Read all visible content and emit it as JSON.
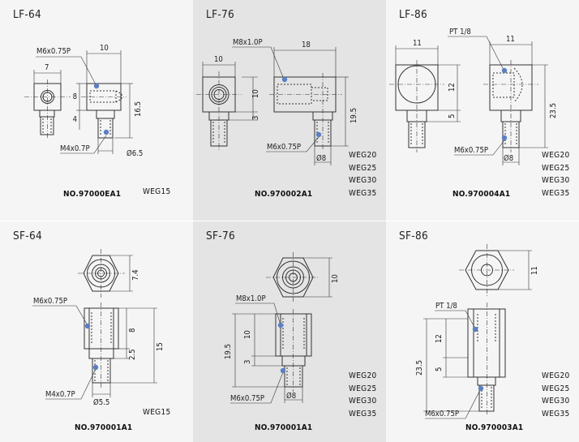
{
  "colors": {
    "accent_dot": "#5b7fc2",
    "gray_panel": "#e4e4e4",
    "white_panel": "#f5f5f5",
    "line": "#333333"
  },
  "items": [
    {
      "model": "LF-64",
      "part_no": "NO.97000EA1",
      "weg": [
        "WEG15"
      ],
      "callouts": {
        "top_thread": "M6x0.75P",
        "bottom_thread": "M4x0.7P"
      },
      "dims": {
        "w_front": "7",
        "w_side": "10",
        "h_body": "8",
        "h_small": "4",
        "h_total": "16.5",
        "dia": "Ø6.5"
      }
    },
    {
      "model": "LF-76",
      "part_no": "NO.970002A1",
      "weg": [
        "WEG20",
        "WEG25",
        "WEG30",
        "WEG35"
      ],
      "callouts": {
        "top_thread": "M8x1.0P",
        "bottom_thread": "M6x0.75P"
      },
      "dims": {
        "w_front": "10",
        "w_side": "18",
        "h_body": "10",
        "h_small": "3",
        "h_total": "19.5",
        "dia": "Ø8"
      }
    },
    {
      "model": "LF-86",
      "part_no": "NO.970004A1",
      "weg": [
        "WEG20",
        "WEG25",
        "WEG30",
        "WEG35"
      ],
      "callouts": {
        "top_thread": "PT 1/8",
        "bottom_thread": "M6x0.75P"
      },
      "dims": {
        "w_front": "11",
        "w_side": "11",
        "h_body": "12",
        "h_small": "5",
        "h_total": "23.5",
        "dia": "Ø8"
      }
    },
    {
      "model": "SF-64",
      "part_no": "NO.970001A1",
      "weg": [
        "WEG15"
      ],
      "callouts": {
        "top_thread": "M6x0.75P",
        "bottom_thread": "M4x0.7P"
      },
      "dims": {
        "hex": "7.4",
        "h_body": "8",
        "h_small": "2.5",
        "h_total": "15",
        "dia": "Ø5.5"
      }
    },
    {
      "model": "SF-76",
      "part_no": "NO.970001A1",
      "weg": [
        "WEG20",
        "WEG25",
        "WEG30",
        "WEG35"
      ],
      "callouts": {
        "top_thread": "M8x1.0P",
        "bottom_thread": "M6x0.75P"
      },
      "dims": {
        "hex": "10",
        "h_body": "10",
        "h_small": "3",
        "h_total": "19.5",
        "dia": "Ø8"
      }
    },
    {
      "model": "SF-86",
      "part_no": "NO.970003A1",
      "weg": [
        "WEG20",
        "WEG25",
        "WEG30",
        "WEG35"
      ],
      "callouts": {
        "top_thread": "PT 1/8",
        "bottom_thread": "M6x0.75P"
      },
      "dims": {
        "hex": "11",
        "h_body": "12",
        "h_small": "5",
        "h_total": "23.5"
      }
    }
  ]
}
